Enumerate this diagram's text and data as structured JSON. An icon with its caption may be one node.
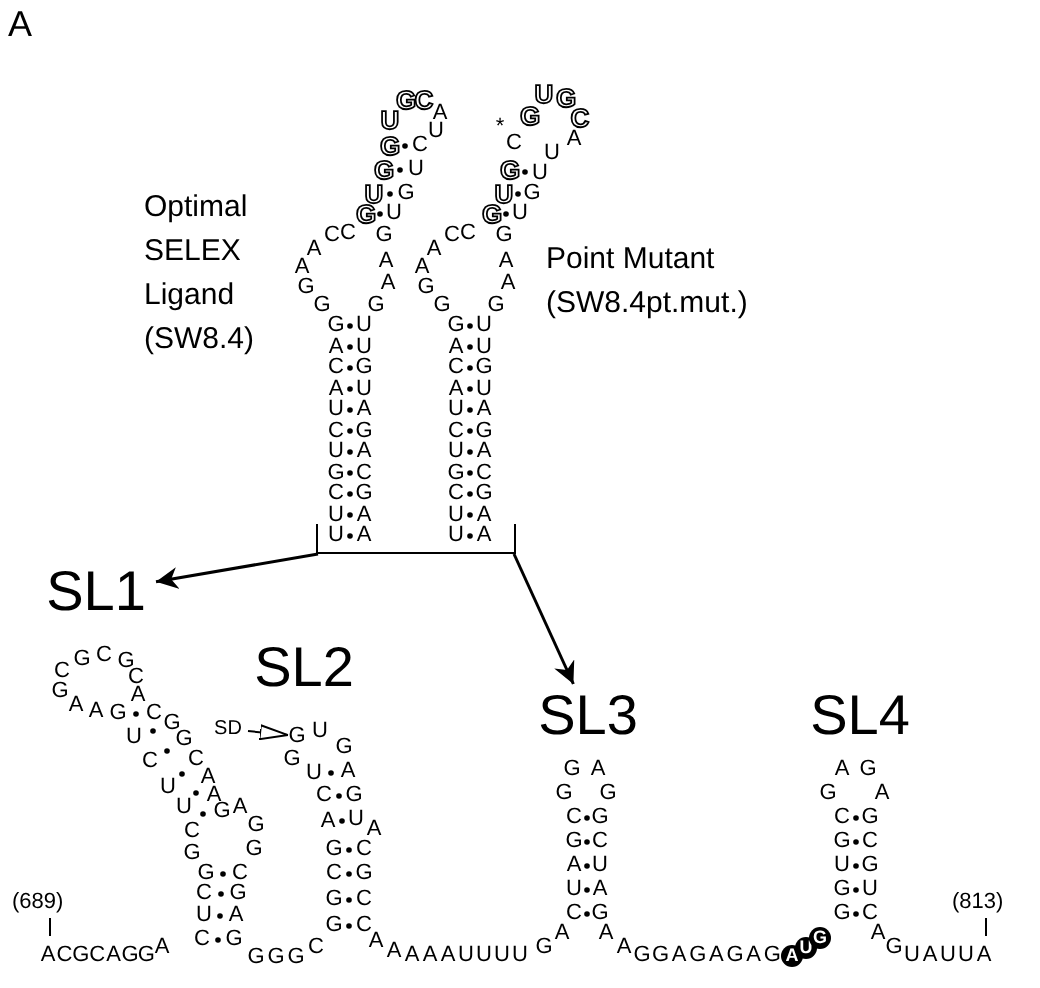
{
  "diagram": {
    "nodes": [
      {
        "text": [],
        "shape": "bar"
      },
      {
        "text": [
          "SL1"
        ]
      },
      {
        "text": [
          "SD"
        ]
      },
      {
        "text": [
          "SL2"
        ]
      },
      {
        "text": [
          "SL3"
        ]
      },
      {
        "text": [
          "SL4"
        ]
      },
      {
        "text": [
          "G"
        ]
      }
    ],
    "edges": [
      {
        "from": 0,
        "to": 1,
        "arrow": "to"
      },
      {
        "from": 0,
        "to": 4,
        "arrow": "to"
      },
      {
        "from": 2,
        "to": 6,
        "arrow": "to"
      }
    ],
    "labels": [
      "A",
      "GACAUCUGCUU",
      "CCAAGG",
      "GGUG",
      "U",
      "AU",
      "CUGU",
      "GAAG",
      "UUGUAGACGAA",
      "GACAUCUGCUU",
      "CCAAGG",
      "GUG",
      "C",
      "*",
      "G",
      "A",
      "UUGU",
      "GAAG",
      "UUGUAGACGAA",
      "Optimal SELEX Ligand (SW8.4)",
      "Point Mutant (SW8.4pt.mut.)",
      "(689)",
      "(813)",
      "ACGCAGGA",
      "GCUC",
      "GUCUUCG",
      "AA",
      "CGG",
      "CAAG",
      "AGG",
      "CGAG",
      "GGGC",
      "GUCAGCGG",
      "UG",
      "AGUACGCC",
      "AAAAAUUUU",
      "GA",
      "CGAUC",
      "AGGCUAG",
      "AAGGAGAGAG",
      "A",
      "U",
      "G",
      "CGUGG",
      "GAGCGUC",
      "AGUAUUA",
      "GCG",
      "C",
      "G",
      "CA",
      "GG",
      "AG",
      "GC",
      "UG",
      "C"
    ]
  }
}
